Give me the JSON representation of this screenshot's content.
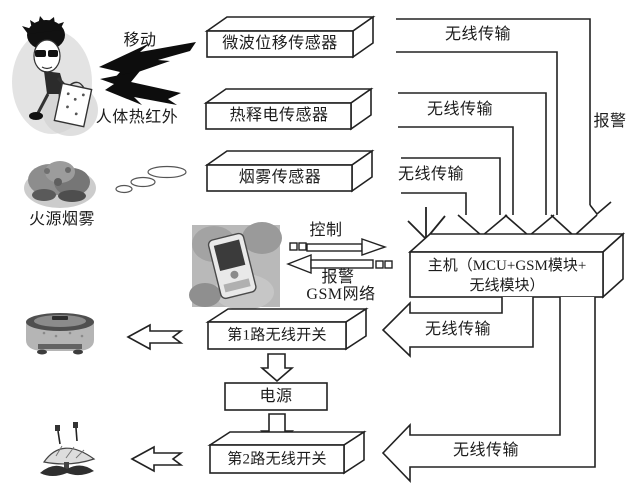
{
  "diagram": {
    "title_hint": "wireless GSM home security system block diagram",
    "colors": {
      "ink": "#222222",
      "paper": "#ffffff",
      "photo_gray": "#b9b9b9"
    },
    "actors": {
      "move": "移动",
      "human_ir": "人体热红外",
      "fire": "火源烟雾"
    },
    "nodes": {
      "sensor1": "微波位移传感器",
      "sensor2": "热释电传感器",
      "sensor3": "烟雾传感器",
      "host_line1": "主机（MCU+GSM模块+",
      "host_line2": "无线模块）",
      "switch1": "第1路无线开关",
      "power": "电源",
      "switch2": "第2路无线开关"
    },
    "links": {
      "wt_top1": "无线传输",
      "wt_top2": "无线传输",
      "wt_top3": "无线传输",
      "alarm_right": "报警",
      "control": "控制",
      "alarm_gsm": "报警",
      "gsm_net": "GSM网络",
      "wt_sw1": "无线传输",
      "wt_sw2": "无线传输"
    }
  }
}
